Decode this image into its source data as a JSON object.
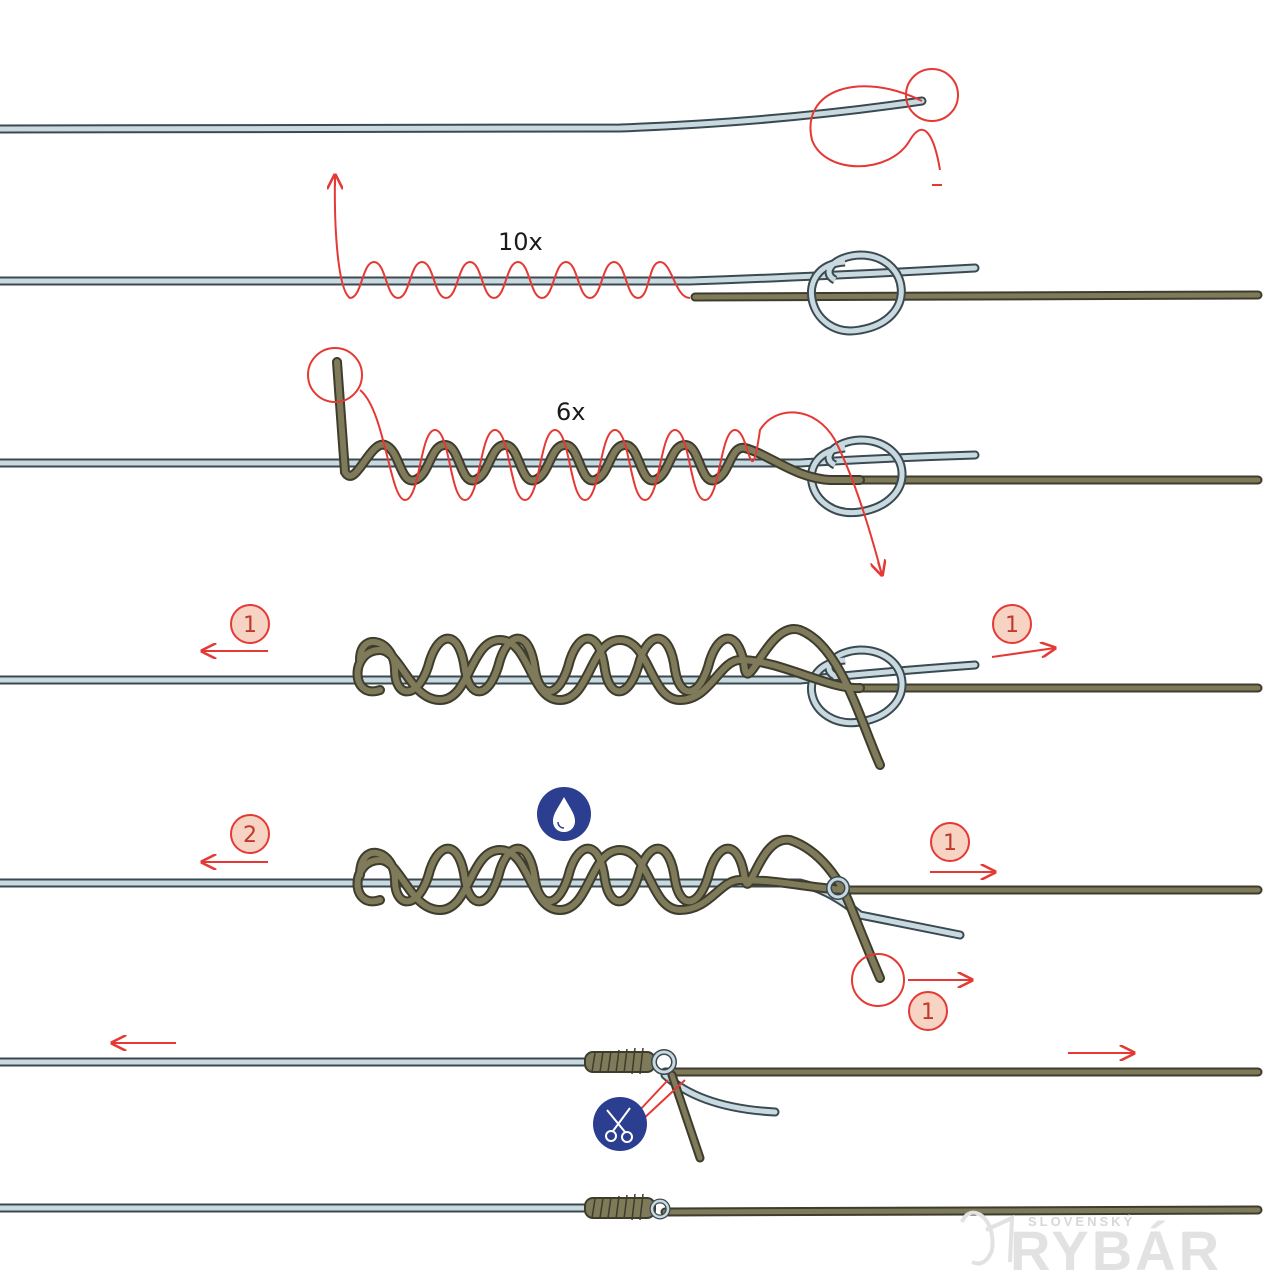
{
  "steps": [
    {
      "wraps_label": ""
    },
    {
      "wraps_label": "10x"
    },
    {
      "wraps_label": "6x"
    },
    {
      "pull_left": "1",
      "pull_right": "1"
    },
    {
      "pull_left": "2",
      "pull_right": "1",
      "pull_tag": "1"
    },
    {},
    {}
  ],
  "icons": {
    "drop": "water-drop-icon",
    "scissors": "scissors-icon"
  },
  "watermark": {
    "top": "SLOVENSKÝ",
    "main": "RYBÁR"
  },
  "colors": {
    "line_light": "#c9d9e0",
    "line_dark": "#7e7a5a",
    "outline": "#3a4a50",
    "accent": "#e53935",
    "badge_fill": "#f7d3c4",
    "icon_bg": "#2c3e8f"
  }
}
